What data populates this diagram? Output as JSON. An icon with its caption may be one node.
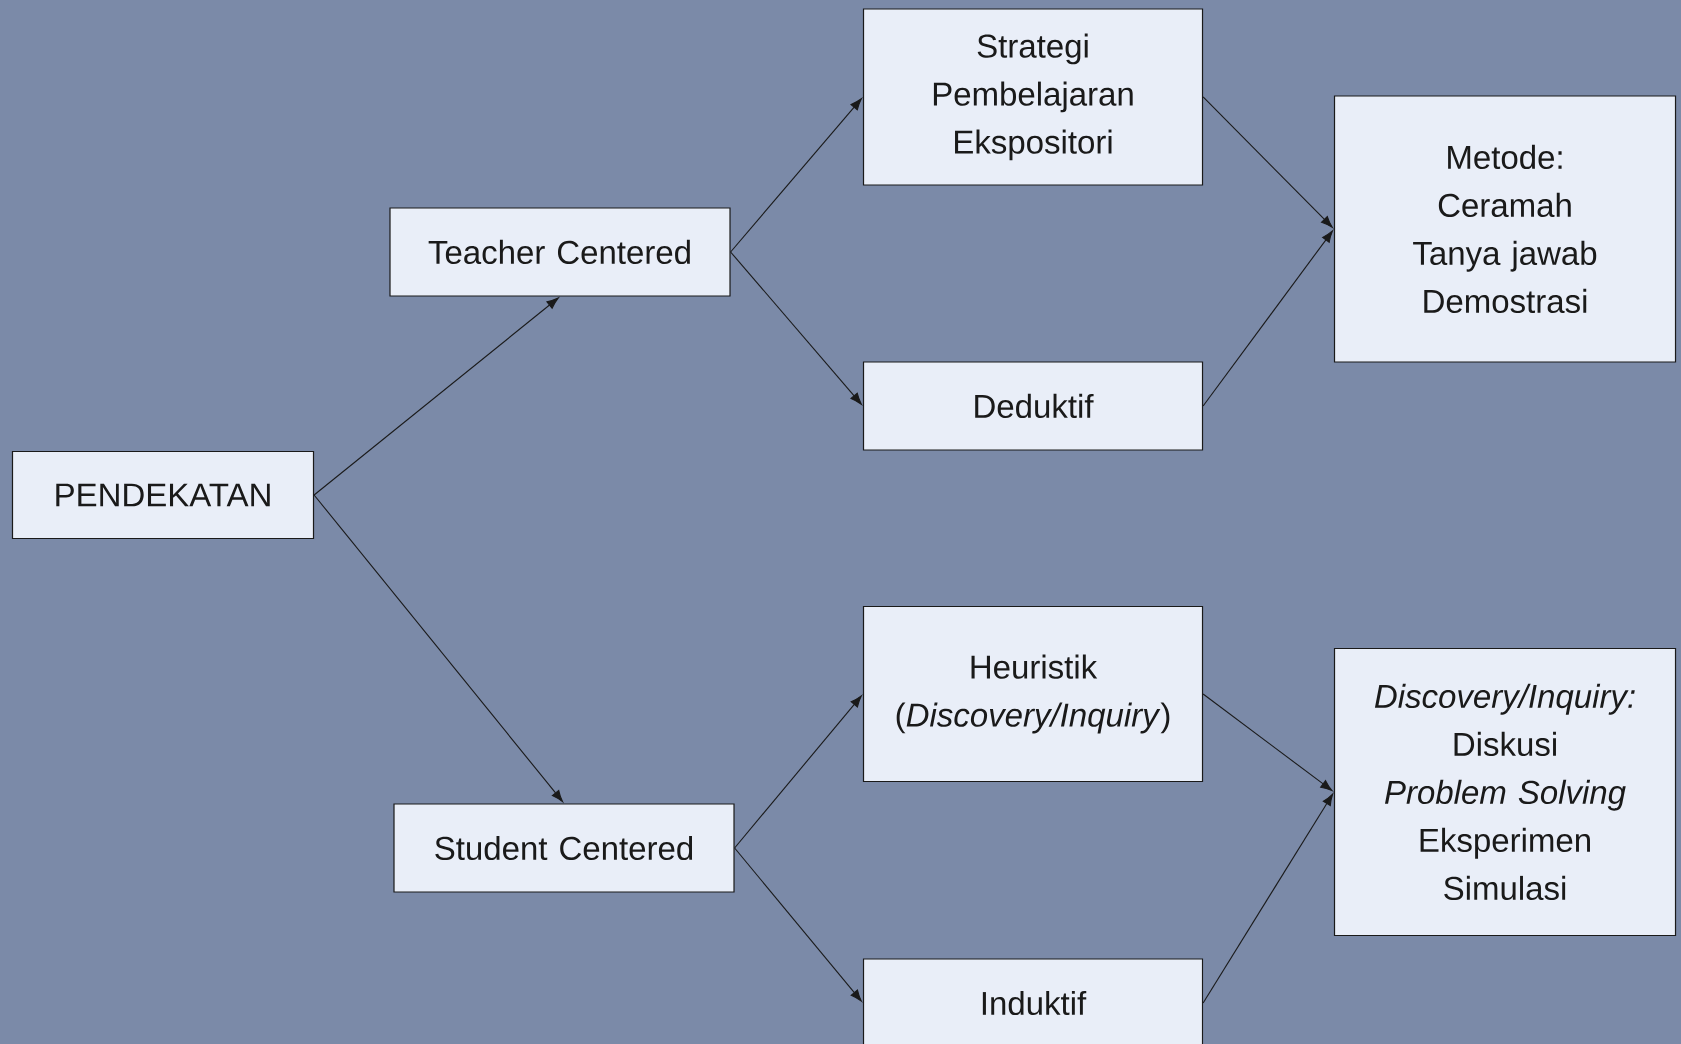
{
  "diagram": {
    "nodes": [
      {
        "text": [
          "PENDEKATAN"
        ]
      },
      {
        "text": [
          "Teacher Centered"
        ]
      },
      {
        "text": [
          "Student Centered"
        ]
      },
      {
        "text": [
          "Strategi Pembelajaran Ekspositori"
        ]
      },
      {
        "text": [
          "Deduktif"
        ]
      },
      {
        "text": [
          "Heuristik (*Discovery/Inquiry*)"
        ]
      },
      {
        "text": [
          "Induktif"
        ]
      },
      {
        "text": [
          "Metode:",
          "Ceramah",
          "Tanya jawab",
          "Demostrasi"
        ]
      },
      {
        "text": [
          "Discovery/Inquiry:",
          "Diskusi",
          "Problem Solving",
          "Eksperimen",
          "Simulasi"
        ]
      }
    ],
    "edges": [
      {
        "from": 0,
        "to": 1,
        "arrow": "to"
      },
      {
        "from": 0,
        "to": 2,
        "arrow": "to"
      },
      {
        "from": 1,
        "to": 3,
        "arrow": "to"
      },
      {
        "from": 1,
        "to": 4,
        "arrow": "to"
      },
      {
        "from": 2,
        "to": 5,
        "arrow": "to"
      },
      {
        "from": 2,
        "to": 6,
        "arrow": "to"
      },
      {
        "from": 3,
        "to": 7,
        "arrow": "to"
      },
      {
        "from": 4,
        "to": 7,
        "arrow": "to"
      },
      {
        "from": 5,
        "to": 8,
        "arrow": "to"
      },
      {
        "from": 6,
        "to": 8,
        "arrow": "to"
      }
    ]
  }
}
